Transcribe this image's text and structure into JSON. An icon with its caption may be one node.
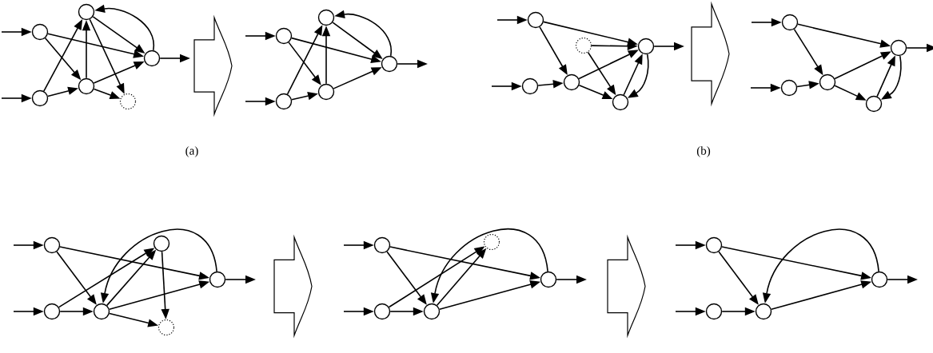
{
  "diagram": {
    "nodes": [
      {
        "text": [],
        "shape": "circle"
      },
      {
        "text": [],
        "shape": "circle"
      },
      {
        "text": [],
        "shape": "circle"
      },
      {
        "text": [],
        "shape": "circle"
      },
      {
        "text": [],
        "shape": "circle"
      },
      {
        "text": [],
        "shape": "circle"
      },
      {
        "text": [],
        "shape": "circle"
      },
      {
        "text": [],
        "shape": "circle"
      },
      {
        "text": [],
        "shape": "circle"
      },
      {
        "text": [],
        "shape": "circle"
      },
      {
        "text": [],
        "shape": "circle"
      },
      {
        "text": [],
        "shape": "circle"
      },
      {
        "text": [],
        "shape": "circle"
      },
      {
        "text": [],
        "shape": "circle"
      },
      {
        "text": [],
        "shape": "circle"
      },
      {
        "text": [],
        "shape": "circle"
      },
      {
        "text": [],
        "shape": "circle"
      },
      {
        "text": [],
        "shape": "circle"
      },
      {
        "text": [],
        "shape": "circle"
      },
      {
        "text": [],
        "shape": "circle"
      },
      {
        "text": [],
        "shape": "circle"
      },
      {
        "text": [],
        "shape": "circle"
      },
      {
        "text": [],
        "shape": "circle"
      },
      {
        "text": [],
        "shape": "circle"
      },
      {
        "text": [],
        "shape": "circle"
      },
      {
        "text": [],
        "shape": "circle"
      },
      {
        "text": [],
        "shape": "circle"
      },
      {
        "text": [],
        "shape": "circle"
      },
      {
        "text": [],
        "shape": "circle"
      },
      {
        "text": [],
        "shape": "circle"
      },
      {
        "text": [],
        "shape": "circle"
      },
      {
        "text": [],
        "shape": "circle"
      },
      {
        "text": [],
        "shape": "circle"
      },
      {
        "text": [],
        "shape": "circle"
      },
      {
        "text": [],
        "shape": "circle"
      },
      {
        "text": [],
        "shape": "circle"
      },
      {
        "text": [],
        "shape": "circle"
      }
    ],
    "edges": [
      {
        "from": null,
        "to": 0,
        "arrow": "to"
      },
      {
        "from": null,
        "to": 1,
        "arrow": "to"
      },
      {
        "from": 5,
        "to": null,
        "arrow": "to"
      },
      {
        "from": 0,
        "to": 3,
        "arrow": "to"
      },
      {
        "from": 0,
        "to": 5,
        "arrow": "to"
      },
      {
        "from": 1,
        "to": 2,
        "arrow": "to"
      },
      {
        "from": 1,
        "to": 3,
        "arrow": "to"
      },
      {
        "from": 3,
        "to": 2,
        "arrow": "to"
      },
      {
        "from": 2,
        "to": 5,
        "arrow": "to"
      },
      {
        "from": 2,
        "to": 4,
        "arrow": "to"
      },
      {
        "from": 3,
        "to": 4,
        "arrow": "to"
      },
      {
        "from": 3,
        "to": 5,
        "arrow": "to"
      },
      {
        "from": 5,
        "to": 2,
        "arrow": "to"
      },
      {
        "from": null,
        "to": 6,
        "arrow": "to"
      },
      {
        "from": null,
        "to": 7,
        "arrow": "to"
      },
      {
        "from": 10,
        "to": null,
        "arrow": "to"
      },
      {
        "from": 6,
        "to": 9,
        "arrow": "to"
      },
      {
        "from": 6,
        "to": 10,
        "arrow": "to"
      },
      {
        "from": 7,
        "to": 8,
        "arrow": "to"
      },
      {
        "from": 7,
        "to": 9,
        "arrow": "to"
      },
      {
        "from": 9,
        "to": 8,
        "arrow": "to"
      },
      {
        "from": 8,
        "to": 10,
        "arrow": "to"
      },
      {
        "from": 9,
        "to": 10,
        "arrow": "to"
      },
      {
        "from": 10,
        "to": 8,
        "arrow": "to"
      },
      {
        "from": null,
        "to": 11,
        "arrow": "to"
      },
      {
        "from": null,
        "to": 12,
        "arrow": "to"
      },
      {
        "from": 16,
        "to": null,
        "arrow": "to"
      },
      {
        "from": 11,
        "to": 16,
        "arrow": "to"
      },
      {
        "from": 11,
        "to": 14,
        "arrow": "to"
      },
      {
        "from": 12,
        "to": 14,
        "arrow": "to"
      },
      {
        "from": 13,
        "to": 16,
        "arrow": "to"
      },
      {
        "from": 13,
        "to": 15,
        "arrow": "to"
      },
      {
        "from": 14,
        "to": 16,
        "arrow": "to"
      },
      {
        "from": 14,
        "to": 15,
        "arrow": "to"
      },
      {
        "from": 15,
        "to": 16,
        "arrow": "to"
      },
      {
        "from": 16,
        "to": 15,
        "arrow": "to"
      },
      {
        "from": null,
        "to": 17,
        "arrow": "to"
      },
      {
        "from": null,
        "to": 18,
        "arrow": "to"
      },
      {
        "from": 21,
        "to": null,
        "arrow": "to"
      },
      {
        "from": 17,
        "to": 21,
        "arrow": "to"
      },
      {
        "from": 17,
        "to": 19,
        "arrow": "to"
      },
      {
        "from": 18,
        "to": 19,
        "arrow": "to"
      },
      {
        "from": 19,
        "to": 21,
        "arrow": "to"
      },
      {
        "from": 19,
        "to": 20,
        "arrow": "to"
      },
      {
        "from": 20,
        "to": 21,
        "arrow": "to"
      },
      {
        "from": 21,
        "to": 20,
        "arrow": "to"
      },
      {
        "from": null,
        "to": 22,
        "arrow": "to"
      },
      {
        "from": null,
        "to": 23,
        "arrow": "to"
      },
      {
        "from": 27,
        "to": null,
        "arrow": "to"
      },
      {
        "from": 22,
        "to": 27,
        "arrow": "to"
      },
      {
        "from": 22,
        "to": 24,
        "arrow": "to"
      },
      {
        "from": 23,
        "to": 24,
        "arrow": "to"
      },
      {
        "from": 23,
        "to": 25,
        "arrow": "to"
      },
      {
        "from": 24,
        "to": 25,
        "arrow": "to"
      },
      {
        "from": 24,
        "to": 27,
        "arrow": "to"
      },
      {
        "from": 24,
        "to": 26,
        "arrow": "to"
      },
      {
        "from": 25,
        "to": 26,
        "arrow": "to"
      },
      {
        "from": 27,
        "to": 24,
        "arrow": "to"
      },
      {
        "from": null,
        "to": 28,
        "arrow": "to"
      },
      {
        "from": null,
        "to": 29,
        "arrow": "to"
      },
      {
        "from": 32,
        "to": null,
        "arrow": "to"
      },
      {
        "from": 28,
        "to": 32,
        "arrow": "to"
      },
      {
        "from": 28,
        "to": 30,
        "arrow": "to"
      },
      {
        "from": 29,
        "to": 30,
        "arrow": "to"
      },
      {
        "from": 29,
        "to": 31,
        "arrow": "to"
      },
      {
        "from": 30,
        "to": 31,
        "arrow": "to"
      },
      {
        "from": 30,
        "to": 32,
        "arrow": "to"
      },
      {
        "from": 32,
        "to": 30,
        "arrow": "to"
      },
      {
        "from": null,
        "to": 33,
        "arrow": "to"
      },
      {
        "from": null,
        "to": 34,
        "arrow": "to"
      },
      {
        "from": 36,
        "to": null,
        "arrow": "to"
      },
      {
        "from": 33,
        "to": 36,
        "arrow": "to"
      },
      {
        "from": 33,
        "to": 35,
        "arrow": "to"
      },
      {
        "from": 34,
        "to": 35,
        "arrow": "to"
      },
      {
        "from": 35,
        "to": 36,
        "arrow": "to"
      },
      {
        "from": 36,
        "to": 35,
        "arrow": "to"
      }
    ],
    "labels": [
      "(a)",
      "(b)"
    ]
  }
}
